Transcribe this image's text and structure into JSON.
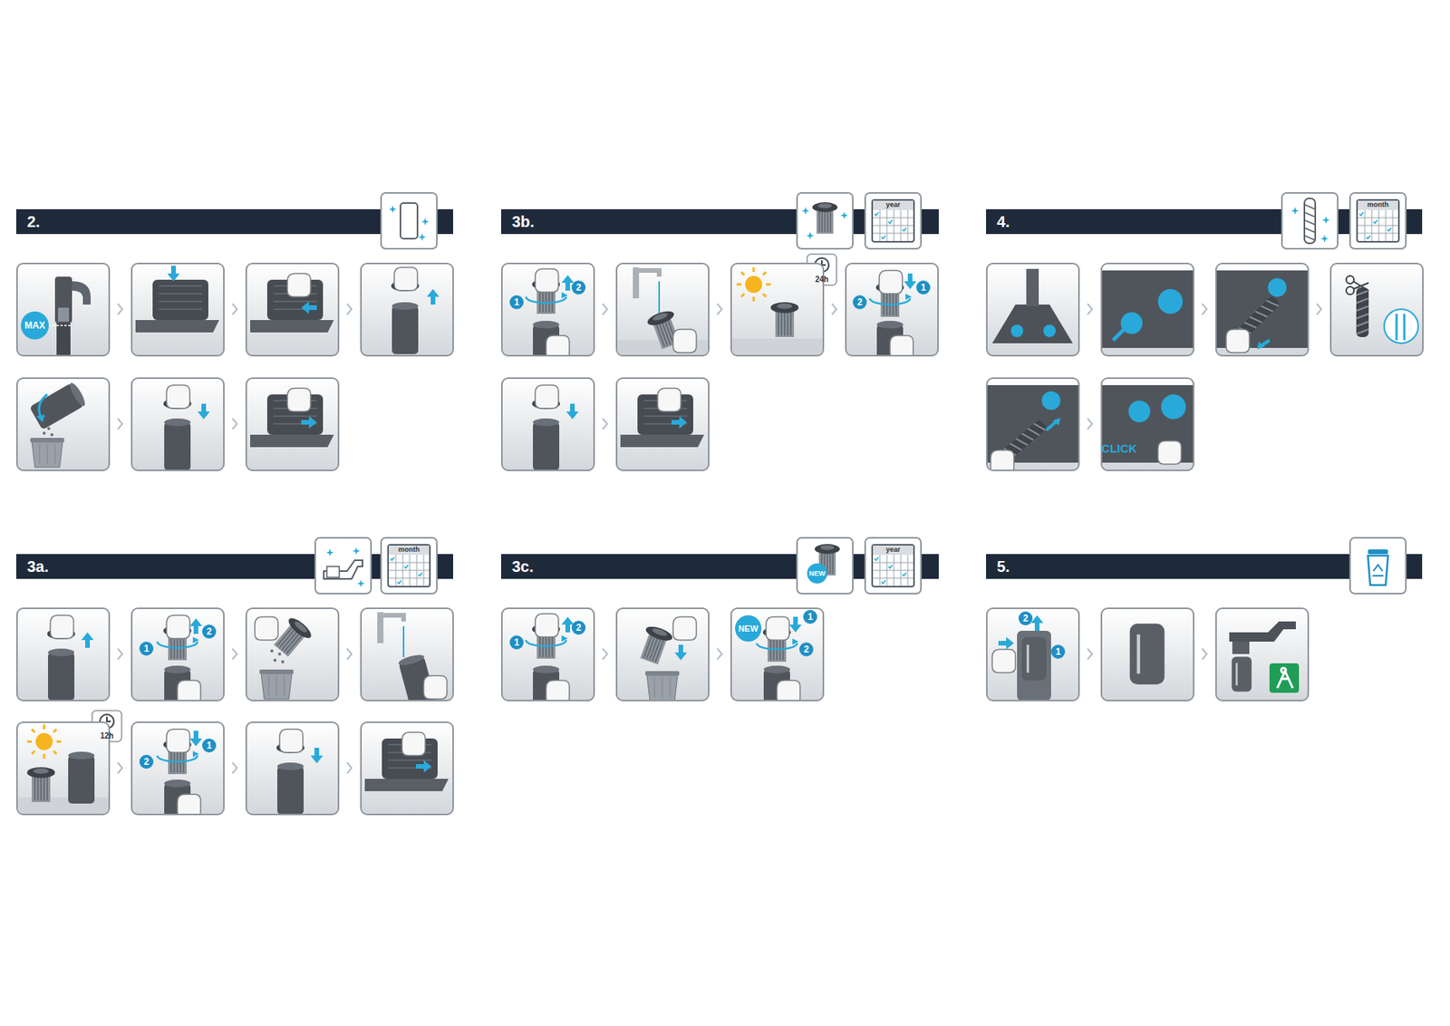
{
  "diagram": {
    "nodes": [
      {
        "text": [
          "2."
        ]
      },
      {
        "text": [
          "3b."
        ]
      },
      {
        "text": [
          "4."
        ]
      },
      {
        "text": [
          "3a."
        ]
      },
      {
        "text": [
          "3c."
        ]
      },
      {
        "text": [
          "5."
        ]
      }
    ],
    "labels": [
      "MAX",
      "year",
      "1",
      "2",
      "24h",
      "1",
      "2",
      "month",
      "CLICK",
      "month",
      "1",
      "2",
      "12h",
      "1",
      "2",
      "NEW",
      "year",
      "1",
      "2",
      "NEW",
      "1",
      "2",
      "2",
      "1"
    ]
  }
}
